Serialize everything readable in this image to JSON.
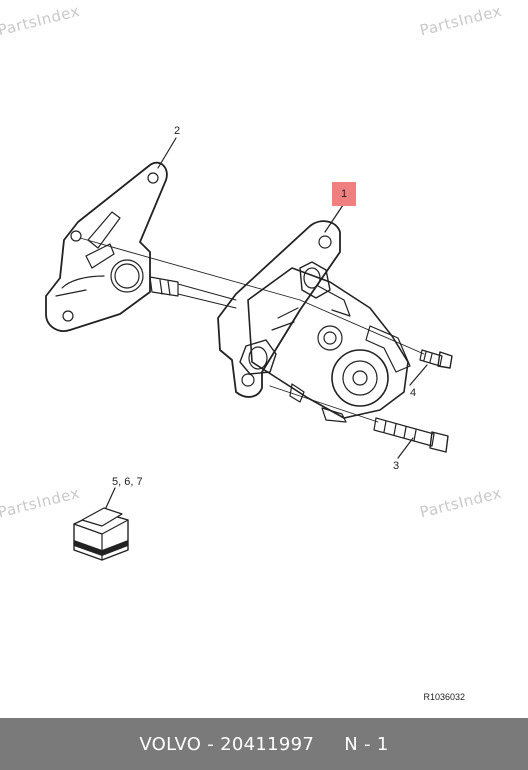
{
  "watermarks": [
    "PartsIndex",
    "PartsIndex",
    "PartsIndex",
    "PartsIndex"
  ],
  "callouts": {
    "part_1": "1",
    "part_2": "2",
    "part_3": "3",
    "part_4": "4",
    "parts_567": "5, 6, 7"
  },
  "reference_code": "R1036032",
  "footer": {
    "brand": "VOLVO",
    "separator": " - ",
    "part_number": "20411997",
    "page": "N - 1"
  },
  "colors": {
    "highlight": "#f08080",
    "footer_bg": "#7a7a7a",
    "watermark": "#c9c9c9"
  }
}
